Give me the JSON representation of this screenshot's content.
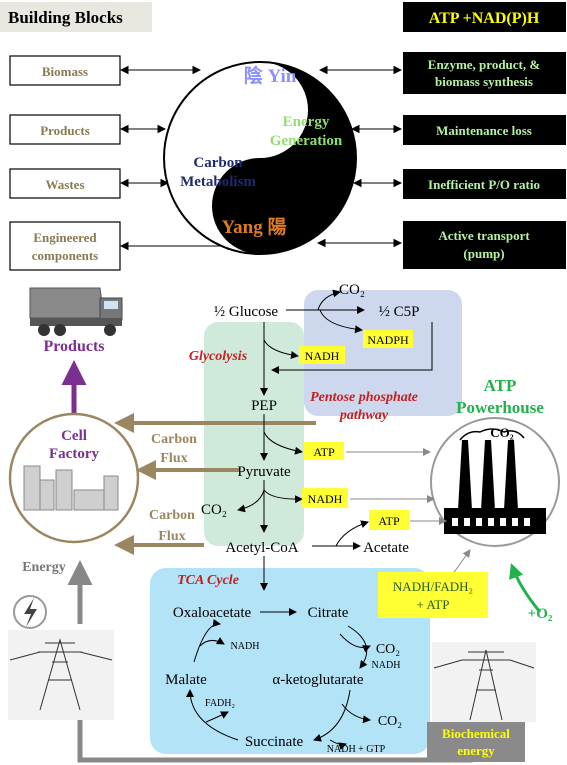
{
  "top": {
    "building_blocks_title": "Building Blocks",
    "atp_title": "ATP +NAD(P)H",
    "left_boxes": [
      "Biomass",
      "Products",
      "Wastes",
      "Engineered",
      "components"
    ],
    "right_boxes": [
      "Enzyme, product, &",
      "biomass  synthesis",
      "Maintenance loss",
      "Inefficient P/O ratio",
      "Active transport",
      "(pump)"
    ],
    "yin_label": "陰 Yin",
    "energy_line1": "Energy",
    "energy_line2": "Generation",
    "carbon_line1": "Carbon",
    "carbon_line2": "Metabolism",
    "yang_label": "Yang 陽"
  },
  "bottom": {
    "products_label": "Products",
    "cell_factory_line1": "Cell",
    "cell_factory_line2": "Factory",
    "carbon_flux_1_line1": "Carbon",
    "carbon_flux_1_line2": "Flux",
    "carbon_flux_2_line1": "Carbon",
    "carbon_flux_2_line2": "Flux",
    "energy_label": "Energy",
    "atp_powerhouse_line1": "ATP",
    "atp_powerhouse_line2": "Powerhouse",
    "co2_factory": "CO₂",
    "o2_label": "+O₂",
    "biochemical_line1": "Biochemical",
    "biochemical_line2": "energy",
    "glucose": "½ Glucose",
    "c5p": "½ C5P",
    "co2_top": "CO₂",
    "nadph": "NADPH",
    "glycolysis": "Glycolysis",
    "nadh_1": "NADH",
    "pentose_line1": "Pentose phosphate",
    "pentose_line2": "pathway",
    "pep": "PEP",
    "atp_1": "ATP",
    "pyruvate": "Pyruvate",
    "nadh_2": "NADH",
    "co2_left": "CO₂",
    "atp_2": "ATP",
    "acetyl_coa": "Acetyl-CoA",
    "acetate": "Acetate",
    "tca_cycle": "TCA Cycle",
    "nadh_fadh_line1": "NADH/FADH₂",
    "nadh_fadh_line2": "+ ATP",
    "oxaloacetate": "Oxaloacetate",
    "citrate": "Citrate",
    "nadh_tca_1": "NADH",
    "co2_tca_1": "CO₂",
    "nadh_tca_2": "NADH",
    "malate": "Malate",
    "akg": "α-ketoglutarate",
    "fadh2": "FADH₂",
    "co2_tca_2": "CO₂",
    "succinate": "Succinate",
    "nadh_gtp": "NADH + GTP"
  }
}
